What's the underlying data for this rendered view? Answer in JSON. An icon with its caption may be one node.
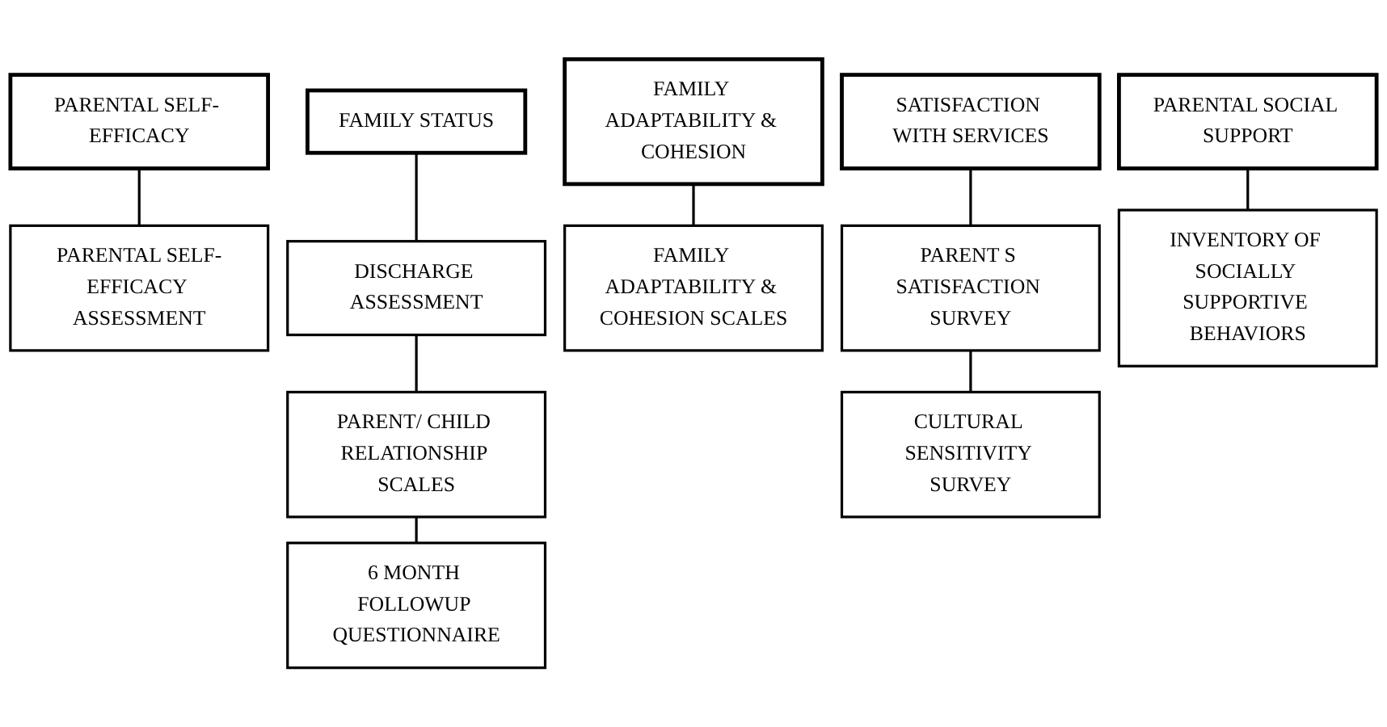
{
  "diagram": {
    "nodes": [
      {
        "text": [
          "PARENTAL SELF- EFFICACY"
        ]
      },
      {
        "text": [
          "FAMILY STATUS"
        ]
      },
      {
        "text": [
          "FAMILY ADAPTABILITY & COHESION"
        ]
      },
      {
        "text": [
          "SATISFACTION WITH SERVICES"
        ]
      },
      {
        "text": [
          "PARENTAL SOCIAL SUPPORT"
        ]
      },
      {
        "text": [
          "PARENTAL SELF-EFFICACY ASSESSMENT"
        ]
      },
      {
        "text": [
          "DISCHARGE ASSESSMENT"
        ]
      },
      {
        "text": [
          "FAMILY ADAPTABILITY & COHESION SCALES"
        ]
      },
      {
        "text": [
          "PARENT S SATISFACTION SURVEY"
        ]
      },
      {
        "text": [
          "INVENTORY OF SOCIALLY SUPPORTIVE BEHAVIORS"
        ]
      },
      {
        "text": [
          "PARENT/ CHILD RELATIONSHIP SCALES"
        ]
      },
      {
        "text": [
          "CULTURAL SENSITIVITY SURVEY"
        ]
      },
      {
        "text": [
          "6 MONTH FOLLOWUP QUESTIONNAIRE"
        ]
      }
    ],
    "edges": [
      {
        "from": 0,
        "to": 5,
        "arrow": "none"
      },
      {
        "from": 1,
        "to": 6,
        "arrow": "none"
      },
      {
        "from": 2,
        "to": 7,
        "arrow": "none"
      },
      {
        "from": 3,
        "to": 8,
        "arrow": "none"
      },
      {
        "from": 4,
        "to": 9,
        "arrow": "none"
      },
      {
        "from": 6,
        "to": 10,
        "arrow": "none"
      },
      {
        "from": 8,
        "to": 11,
        "arrow": "none"
      },
      {
        "from": 10,
        "to": 12,
        "arrow": "none"
      }
    ]
  }
}
